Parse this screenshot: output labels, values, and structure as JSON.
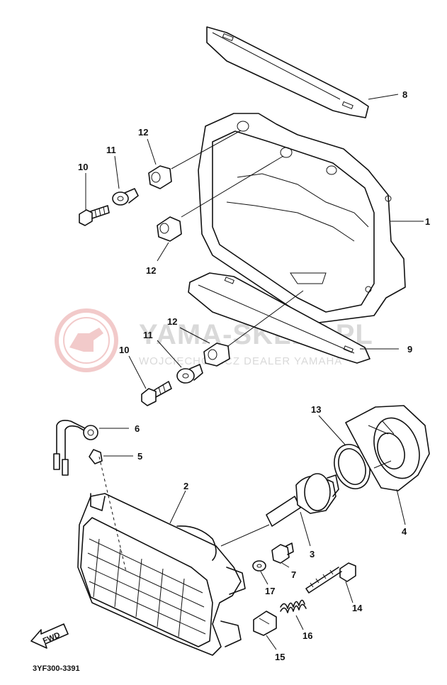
{
  "callouts": {
    "c1": "1",
    "c2": "2",
    "c3": "3",
    "c4": "4",
    "c5": "5",
    "c6": "6",
    "c7": "7",
    "c8": "8",
    "c9": "9",
    "c10a": "10",
    "c10b": "10",
    "c11a": "11",
    "c11b": "11",
    "c12a": "12",
    "c12b": "12",
    "c12c": "12",
    "c13": "13",
    "c14": "14",
    "c15": "15",
    "c16": "16",
    "c17": "17"
  },
  "diagram_code": "3YF300-3391",
  "direction_badge": "FWD",
  "watermark": {
    "title": "YAMA-SKLEP.PL",
    "subtitle": "WOJCIECHOWICZ DEALER YAMAHA"
  },
  "colors": {
    "ink": "#111111",
    "watermark": "#d9d9d9",
    "logo_red": "#e8a0a0"
  }
}
